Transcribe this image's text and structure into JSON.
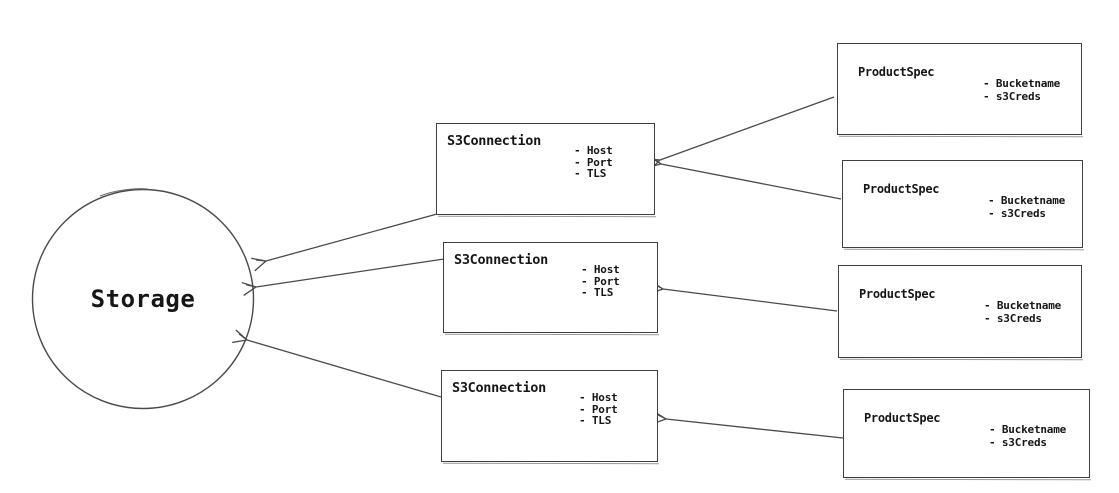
{
  "canvas": {
    "background": "#ffffff",
    "stroke_color": "#4a4a4a",
    "box_border_color": "#3f3f3f",
    "text_color": "#161616"
  },
  "storage": {
    "label": "Storage"
  },
  "s3_connections": [
    {
      "title": "S3Connection",
      "attributes": [
        "- Host",
        "- Port",
        "- TLS"
      ]
    },
    {
      "title": "S3Connection",
      "attributes": [
        "- Host",
        "- Port",
        "- TLS"
      ]
    },
    {
      "title": "S3Connection",
      "attributes": [
        "- Host",
        "- Port",
        "- TLS"
      ]
    }
  ],
  "product_specs": [
    {
      "title": "ProductSpec",
      "attributes": [
        "- Bucketname",
        "- s3Creds"
      ]
    },
    {
      "title": "ProductSpec",
      "attributes": [
        "- Bucketname",
        "- s3Creds"
      ]
    },
    {
      "title": "ProductSpec",
      "attributes": [
        "- Bucketname",
        "- s3Creds"
      ]
    },
    {
      "title": "ProductSpec",
      "attributes": [
        "- Bucketname",
        "- s3Creds"
      ]
    }
  ]
}
